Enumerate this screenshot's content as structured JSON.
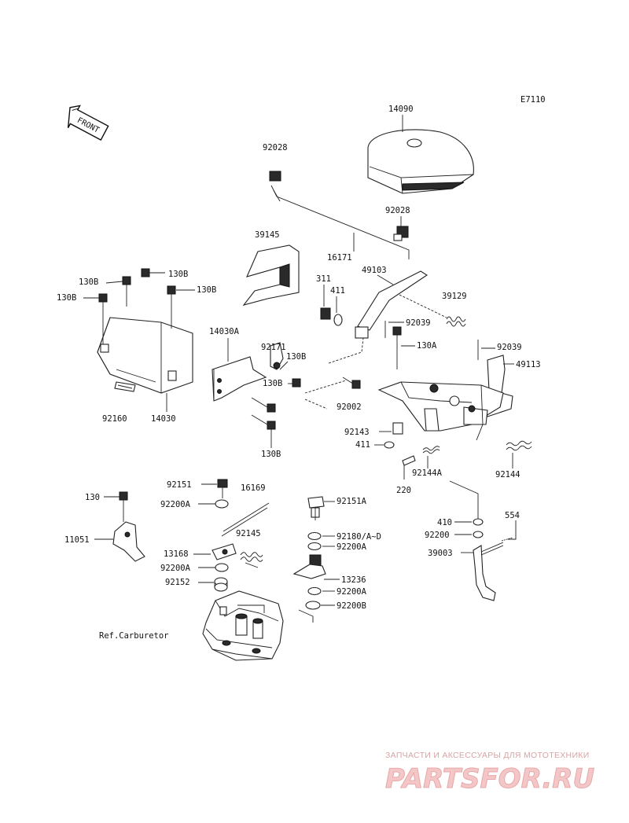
{
  "diagram_code": "E7110",
  "front_label": "FRONT",
  "reference_label": "Ref.Carburetor",
  "watermark": {
    "tagline": "ЗАПЧАСТИ И АКСЕССУАРЫ ДЛЯ МОТОТЕХНИКИ",
    "brand": "PARTSFOR.RU"
  },
  "callouts": {
    "c14090": "14090",
    "c92028a": "92028",
    "c92028b": "92028",
    "c39145": "39145",
    "c16171": "16171",
    "c311": "311",
    "c49103": "49103",
    "c411a": "411",
    "c39129": "39129",
    "c92039a": "92039",
    "c130A": "130A",
    "c92039b": "92039",
    "c49113": "49113",
    "c130Ba": "130B",
    "c130Bb": "130B",
    "c130Bc": "130B",
    "c130Bd": "130B",
    "c130Be": "130B",
    "c130Bf": "130B",
    "c130Bg": "130B",
    "c14030A": "14030A",
    "c92171": "92171",
    "c92002": "92002",
    "c92160": "92160",
    "c14030": "14030",
    "c92143": "92143",
    "c411b": "411",
    "c92144A": "92144A",
    "c220": "220",
    "c92144": "92144",
    "c92151": "92151",
    "c16169": "16169",
    "c130": "130",
    "c92200Aa": "92200A",
    "c92151A": "92151A",
    "c11051": "11051",
    "c92145": "92145",
    "c92180": "92180/A~D",
    "c92200Ab": "92200A",
    "c13168": "13168",
    "c92200Ac": "92200A",
    "c13236": "13236",
    "c92152": "92152",
    "c92200Ad": "92200A",
    "c92200B": "92200B",
    "c410": "410",
    "c554": "554",
    "c92200": "92200",
    "c39003": "39003"
  }
}
